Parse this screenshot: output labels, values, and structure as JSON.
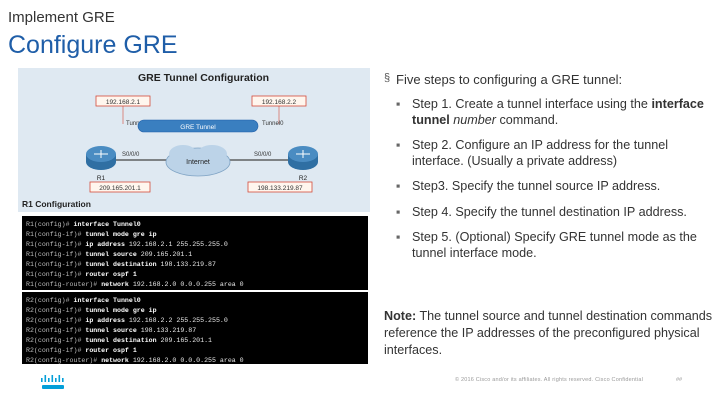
{
  "header": {
    "kicker": "Implement GRE",
    "title": "Configure GRE"
  },
  "figure": {
    "title": "GRE Tunnel Configuration",
    "diagram": {
      "r1_tunnel_ip": "192.168.2.1",
      "r2_tunnel_ip": "192.168.2.2",
      "r1_tunnel_if": "Tunnel0",
      "r2_tunnel_if": "Tunnel0",
      "tunnel_label": "GRE Tunnel",
      "r1_serial": "S0/0/0",
      "r2_serial": "S0/0/0",
      "cloud_label": "Internet",
      "r1_public_ip": "209.165.201.1",
      "r2_public_ip": "198.133.219.87",
      "r1_name": "R1",
      "r2_name": "R2"
    },
    "config_label": "R1 Configuration",
    "r1_lines": [
      {
        "prompt": "R1(config)#",
        "cmd": "interface Tunnel0",
        "rest": ""
      },
      {
        "prompt": "R1(config-if)#",
        "cmd": "tunnel mode gre ip",
        "rest": ""
      },
      {
        "prompt": "R1(config-if)#",
        "cmd": "ip address",
        "rest": " 192.168.2.1 255.255.255.0"
      },
      {
        "prompt": "R1(config-if)#",
        "cmd": "tunnel source",
        "rest": " 209.165.201.1"
      },
      {
        "prompt": "R1(config-if)#",
        "cmd": "tunnel destination",
        "rest": " 198.133.219.87"
      },
      {
        "prompt": "R1(config-if)#",
        "cmd": "router ospf 1",
        "rest": ""
      },
      {
        "prompt": "R1(config-router)#",
        "cmd": "network",
        "rest": " 192.168.2.0 0.0.0.255 area 0"
      }
    ],
    "r2_lines": [
      {
        "prompt": "R2(config)#",
        "cmd": "interface Tunnel0",
        "rest": ""
      },
      {
        "prompt": "R2(config-if)#",
        "cmd": "tunnel mode gre ip",
        "rest": ""
      },
      {
        "prompt": "R2(config-if)#",
        "cmd": "ip address",
        "rest": " 192.168.2.2 255.255.255.0"
      },
      {
        "prompt": "R2(config-if)#",
        "cmd": "tunnel source",
        "rest": " 198.133.219.87"
      },
      {
        "prompt": "R2(config-if)#",
        "cmd": "tunnel destination",
        "rest": " 209.165.201.1"
      },
      {
        "prompt": "R2(config-if)#",
        "cmd": "router ospf 1",
        "rest": ""
      },
      {
        "prompt": "R2(config-router)#",
        "cmd": "network",
        "rest": " 192.168.2.0 0.0.0.255 area 0"
      }
    ]
  },
  "content": {
    "lead_bullet": "§",
    "lead": "Five steps to configuring a GRE tunnel:",
    "step_bullet": "▪",
    "steps": [
      {
        "before": "Step 1. Create a tunnel interface using the ",
        "bold": "interface tunnel",
        "italic": " number",
        "after": " command."
      },
      {
        "before": "Step 2. Configure an IP address for the tunnel interface. (Usually a private address)",
        "bold": "",
        "italic": "",
        "after": ""
      },
      {
        "before": "Step3. Specify the tunnel source IP address.",
        "bold": "",
        "italic": "",
        "after": ""
      },
      {
        "before": "Step 4. Specify the tunnel destination IP address.",
        "bold": "",
        "italic": "",
        "after": ""
      },
      {
        "before": "Step 5. (Optional) Specify GRE tunnel mode as the tunnel interface mode.",
        "bold": "",
        "italic": "",
        "after": ""
      }
    ],
    "note_label": "Note:",
    "note_text": " The tunnel source and tunnel destination commands reference the IP addresses of the preconfigured physical interfaces."
  },
  "footer": {
    "copyright": "© 2016  Cisco and/or its affiliates. All rights reserved.   Cisco Confidential",
    "page": "##",
    "logo_icon": "cisco-logo-icon"
  },
  "colors": {
    "title": "#1f5ea8",
    "figure_bg": "#dfe9f2",
    "router": "#2f6fa3",
    "tunnel": "#3a7fc0",
    "cloud": "#bcd3e8",
    "ip_label_border": "#d44a3a",
    "cisco_blue": "#049fd9"
  }
}
